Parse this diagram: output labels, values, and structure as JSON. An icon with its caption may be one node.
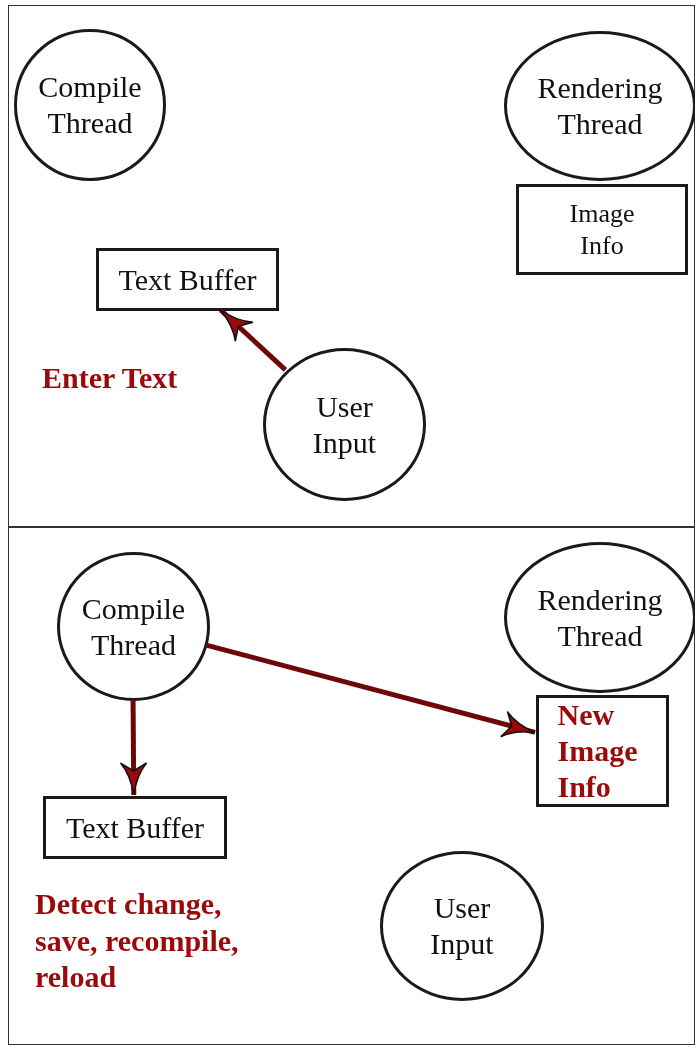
{
  "diagram": {
    "nodes": [
      {
        "text": [],
        "shape": "box"
      },
      {
        "text": [
          "Compile Thread"
        ],
        "in": 0
      },
      {
        "text": [
          "Rendering Thread"
        ],
        "in": 0
      },
      {
        "text": [
          "Image Info"
        ],
        "in": 0
      },
      {
        "text": [
          "Text Buffer"
        ],
        "in": 0
      },
      {
        "text": [
          "User Input"
        ],
        "in": 0
      },
      {
        "text": [],
        "shape": "box"
      },
      {
        "text": [
          "Compile Thread"
        ],
        "in": 6
      },
      {
        "text": [
          "Rendering Thread"
        ],
        "in": 6
      },
      {
        "text": [
          "New Image Info"
        ],
        "in": 6
      },
      {
        "text": [
          "Text Buffer"
        ],
        "in": 6
      },
      {
        "text": [
          "User Input"
        ],
        "in": 6
      }
    ],
    "edges": [
      {
        "from": 5,
        "to": 4,
        "arrow": "to",
        "label": "Enter Text"
      },
      {
        "from": 7,
        "to": 10,
        "arrow": "to"
      },
      {
        "from": 7,
        "to": 9,
        "arrow": "to"
      }
    ],
    "labels": [
      "Detect change, save, recompile, reload"
    ]
  }
}
